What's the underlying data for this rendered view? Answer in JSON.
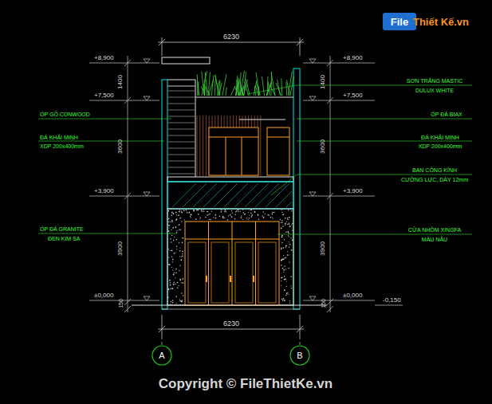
{
  "diagram": {
    "labels": [
      "6230",
      "+8,900",
      "+7,500",
      "+3,900",
      "±0,000",
      "1400",
      "3600",
      "3900",
      "150",
      "+8,900",
      "+7,500",
      "+3,900",
      "±0,000",
      "-0,150",
      "1400",
      "3600",
      "3900",
      "150",
      "ỐP GỖ CONWOOD",
      "ĐÁ KHẢI MINH",
      "XDP 200x400mm",
      "ỐP ĐÁ GRANITE",
      "ĐEN KIM SA",
      "SƠN TRẮNG MASTIC",
      "DULUX WHITE",
      "ỐP ĐÁ BIAX",
      "ĐÁ KHẢI MINH",
      "XDP 200x400mm",
      "BAN CÔNG KÍNH",
      "CƯỜNG LỰC, DÀY 12mm",
      "CỬA NHÔM XINGFA",
      "MÀU NÂU",
      "6230",
      "A",
      "B",
      "File",
      "Thiết Kế.vn",
      "Copyright © FileThietKe.vn"
    ]
  }
}
